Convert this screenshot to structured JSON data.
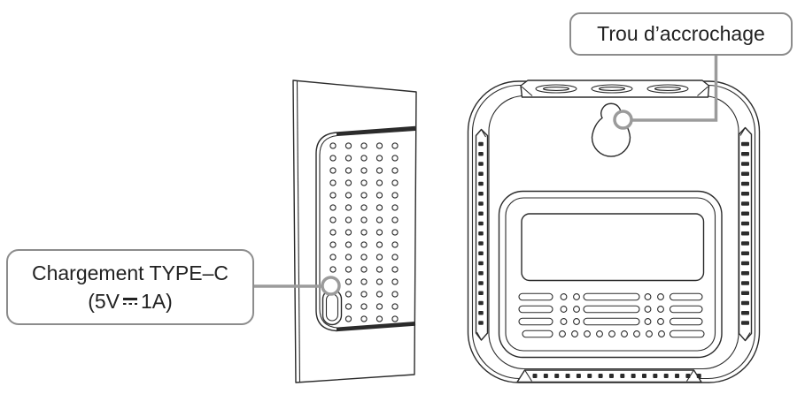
{
  "illustration": {
    "description_visible_text_only": true,
    "callouts": {
      "hanging_hole": {
        "label": "Trou d’accrochage"
      },
      "charging_port": {
        "line1": "Chargement TYPE–C",
        "line2_pre": "(5V",
        "line2_post": "1A)",
        "dc_symbol_meaning": "direct-current symbol (solid bar over dashed bar)"
      }
    },
    "icons": {
      "dc_power": "dc-power-icon"
    },
    "colors": {
      "line": "#2b2b2b",
      "leader": "#9b9b9b",
      "callout_border": "#8c8c8c",
      "background": "#ffffff",
      "text": "#222222"
    }
  }
}
